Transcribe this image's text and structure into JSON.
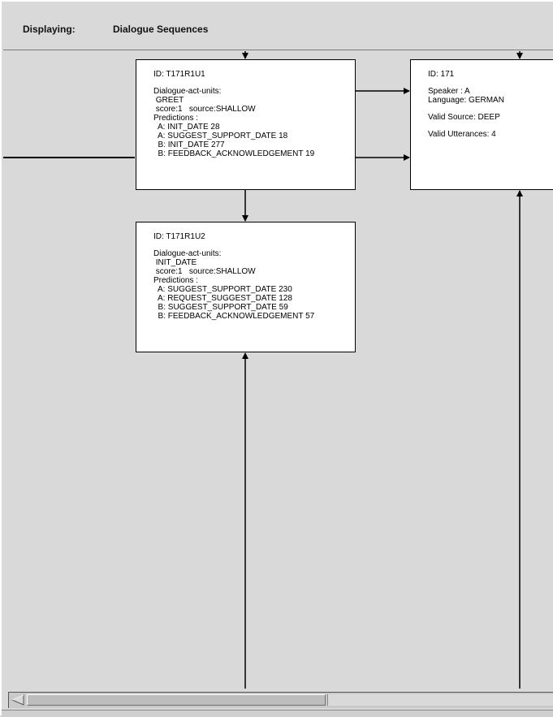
{
  "header": {
    "key": "Displaying:",
    "value": "Dialogue Sequences"
  },
  "nodes": {
    "u1": {
      "id": "ID: T171R1U1",
      "dau_label": "Dialogue-act-units:",
      "dau_value": " GREET",
      "score": " score:1   source:SHALLOW",
      "pred_label": "Predictions :",
      "predictions": [
        "  A: INIT_DATE 28",
        "  A: SUGGEST_SUPPORT_DATE 18",
        "  B: INIT_DATE 277",
        "  B: FEEDBACK_ACKNOWLEDGEMENT 19"
      ]
    },
    "u2": {
      "id": "ID: T171R1U2",
      "dau_label": "Dialogue-act-units:",
      "dau_value": " INIT_DATE",
      "score": " score:1   source:SHALLOW",
      "pred_label": "Predictions :",
      "predictions": [
        "  A: SUGGEST_SUPPORT_DATE 230",
        "  A: REQUEST_SUGGEST_DATE 128",
        "  B: SUGGEST_SUPPORT_DATE 59",
        "  B: FEEDBACK_ACKNOWLEDGEMENT 57"
      ]
    },
    "session": {
      "id": "ID: 171",
      "speaker": "Speaker : A",
      "language": "Language: GERMAN",
      "valid_source": "Valid Source: DEEP",
      "valid_utterances": "Valid Utterances: 4"
    }
  },
  "colors": {
    "background": "#d9d9d9",
    "node_fill": "#ffffff",
    "edge": "#000000"
  }
}
